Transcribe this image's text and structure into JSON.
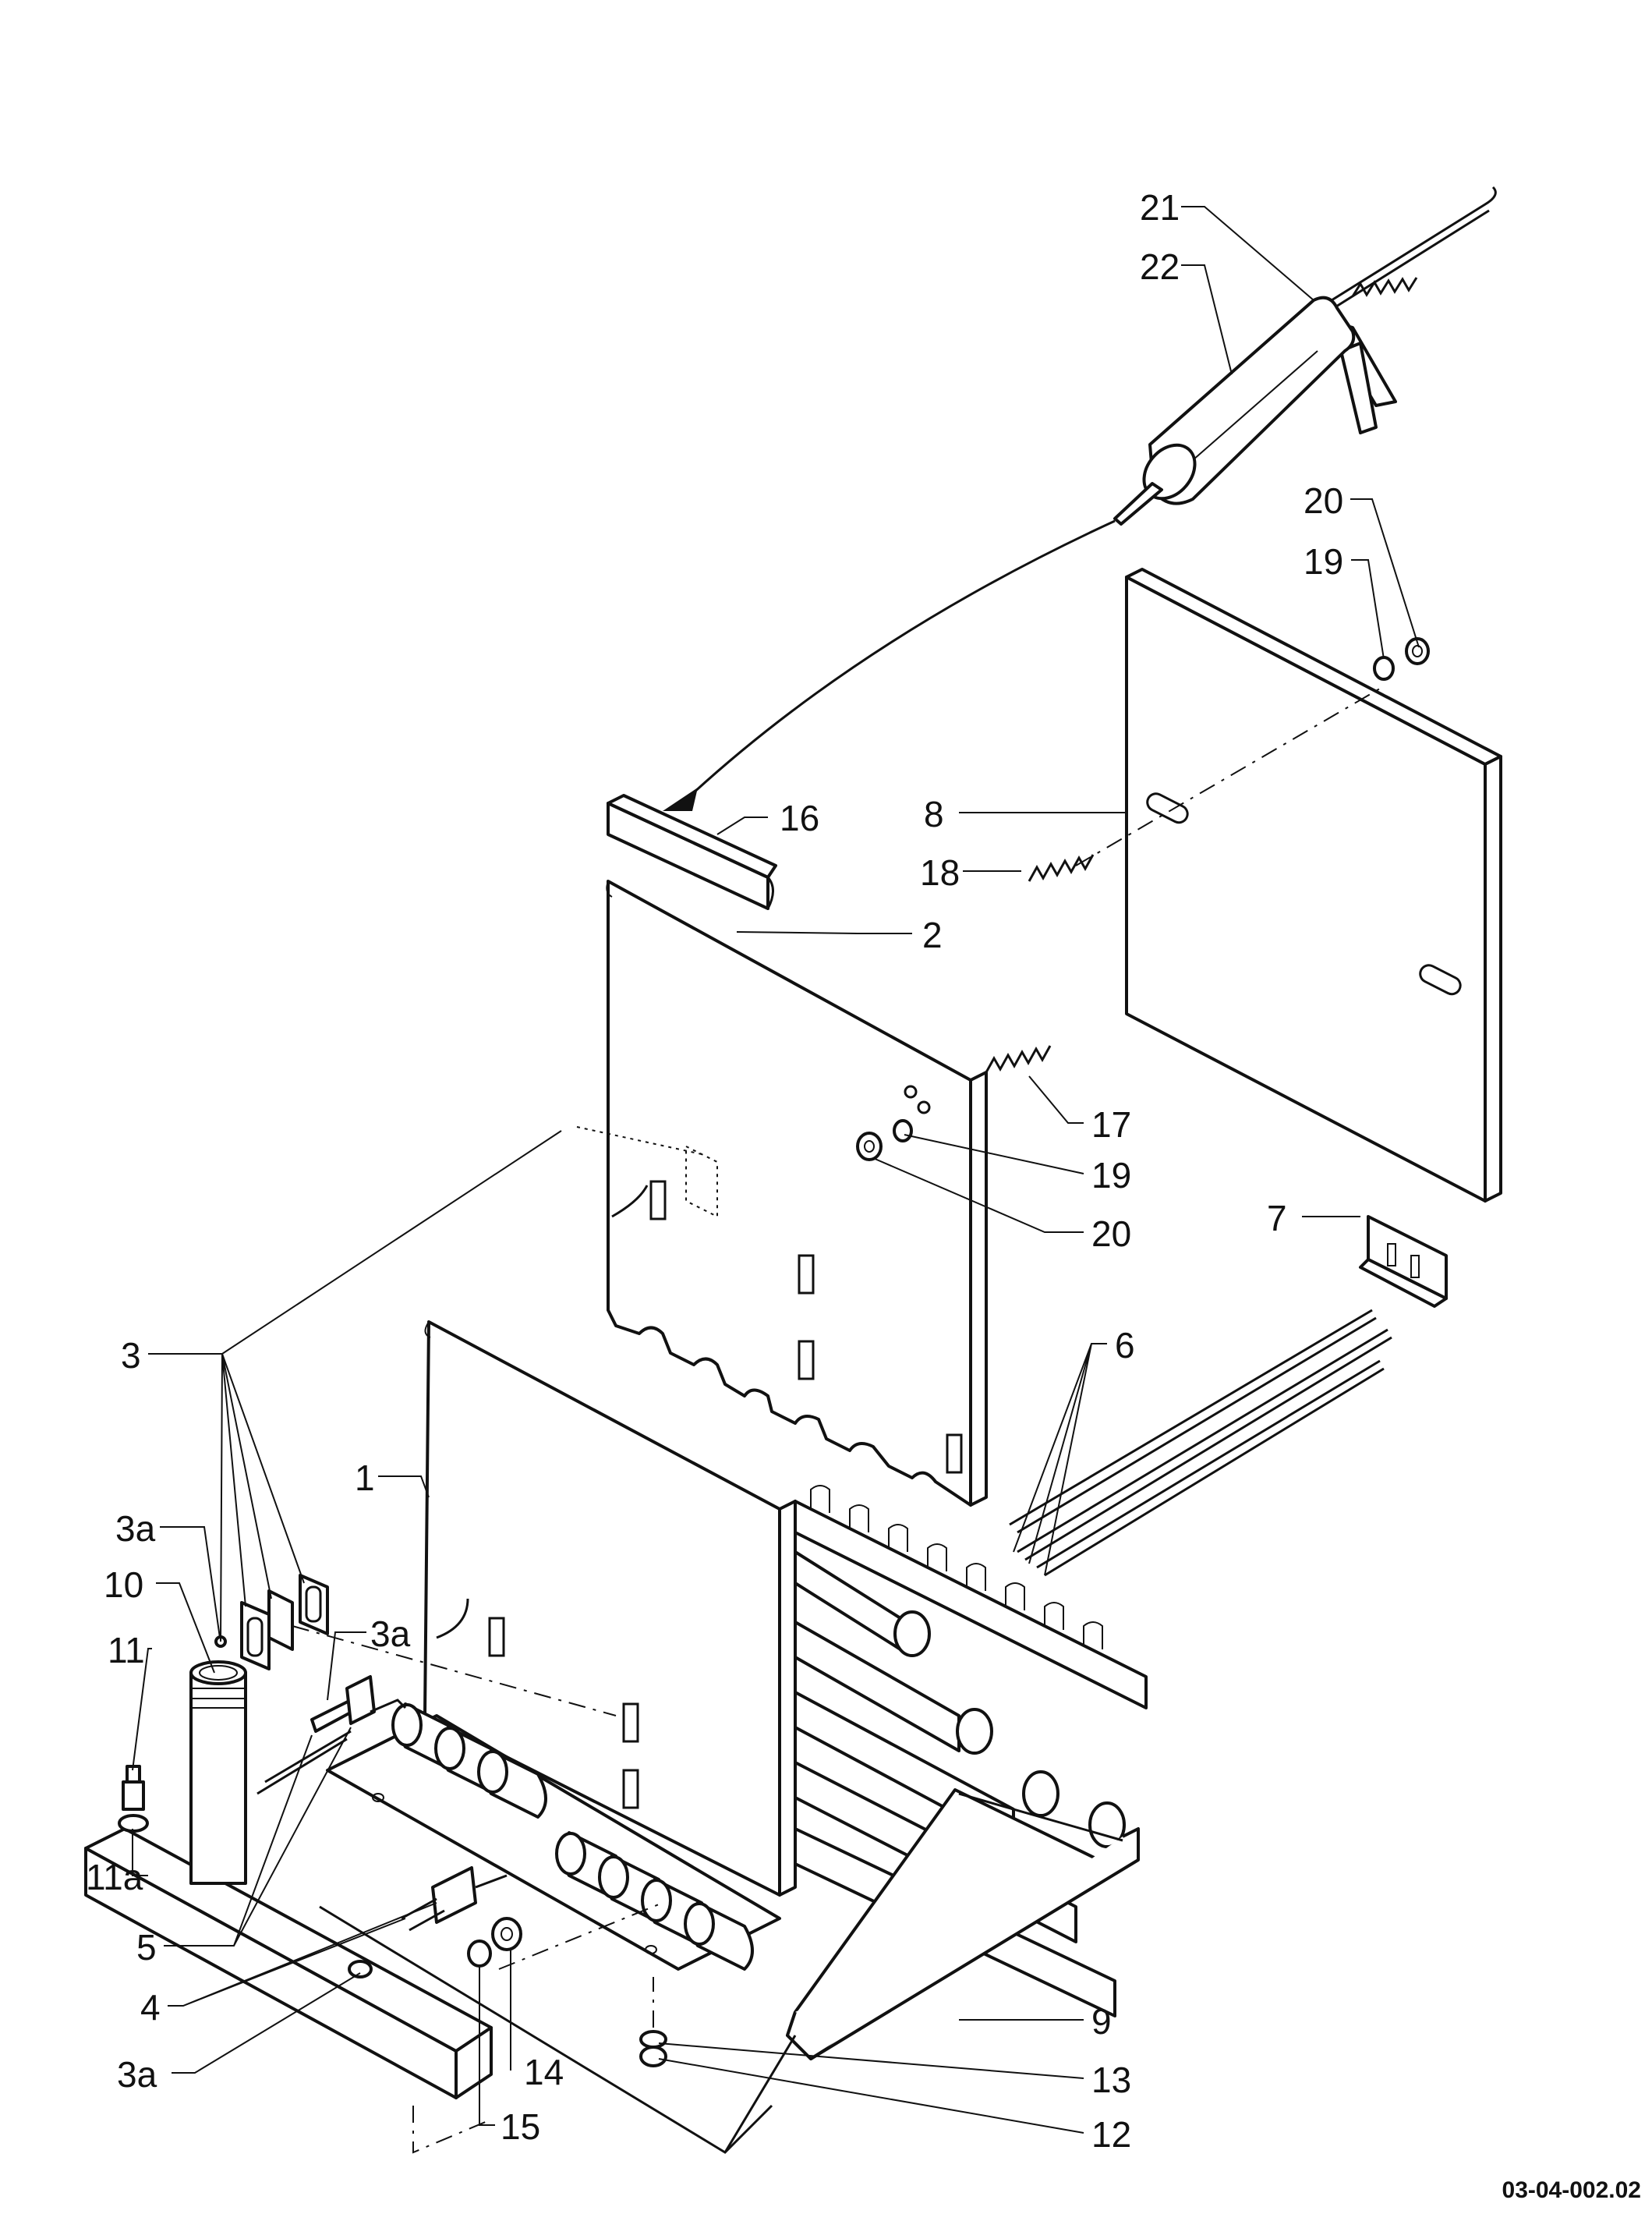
{
  "diagram": {
    "reference": "03-04-002.02",
    "labels": {
      "l21": "21",
      "l22": "22",
      "l20a": "20",
      "l19a": "19",
      "l16": "16",
      "l8": "8",
      "l18": "18",
      "l2": "2",
      "l17": "17",
      "l19b": "19",
      "l20b": "20",
      "l7": "7",
      "l3": "3",
      "l6": "6",
      "l1": "1",
      "l3a1": "3a",
      "l10": "10",
      "l11": "11",
      "l3a2": "3a",
      "l11a": "11a",
      "l5": "5",
      "l4": "4",
      "l3a3": "3a",
      "l9": "9",
      "l14": "14",
      "l13": "13",
      "l15": "15",
      "l12": "12"
    }
  }
}
